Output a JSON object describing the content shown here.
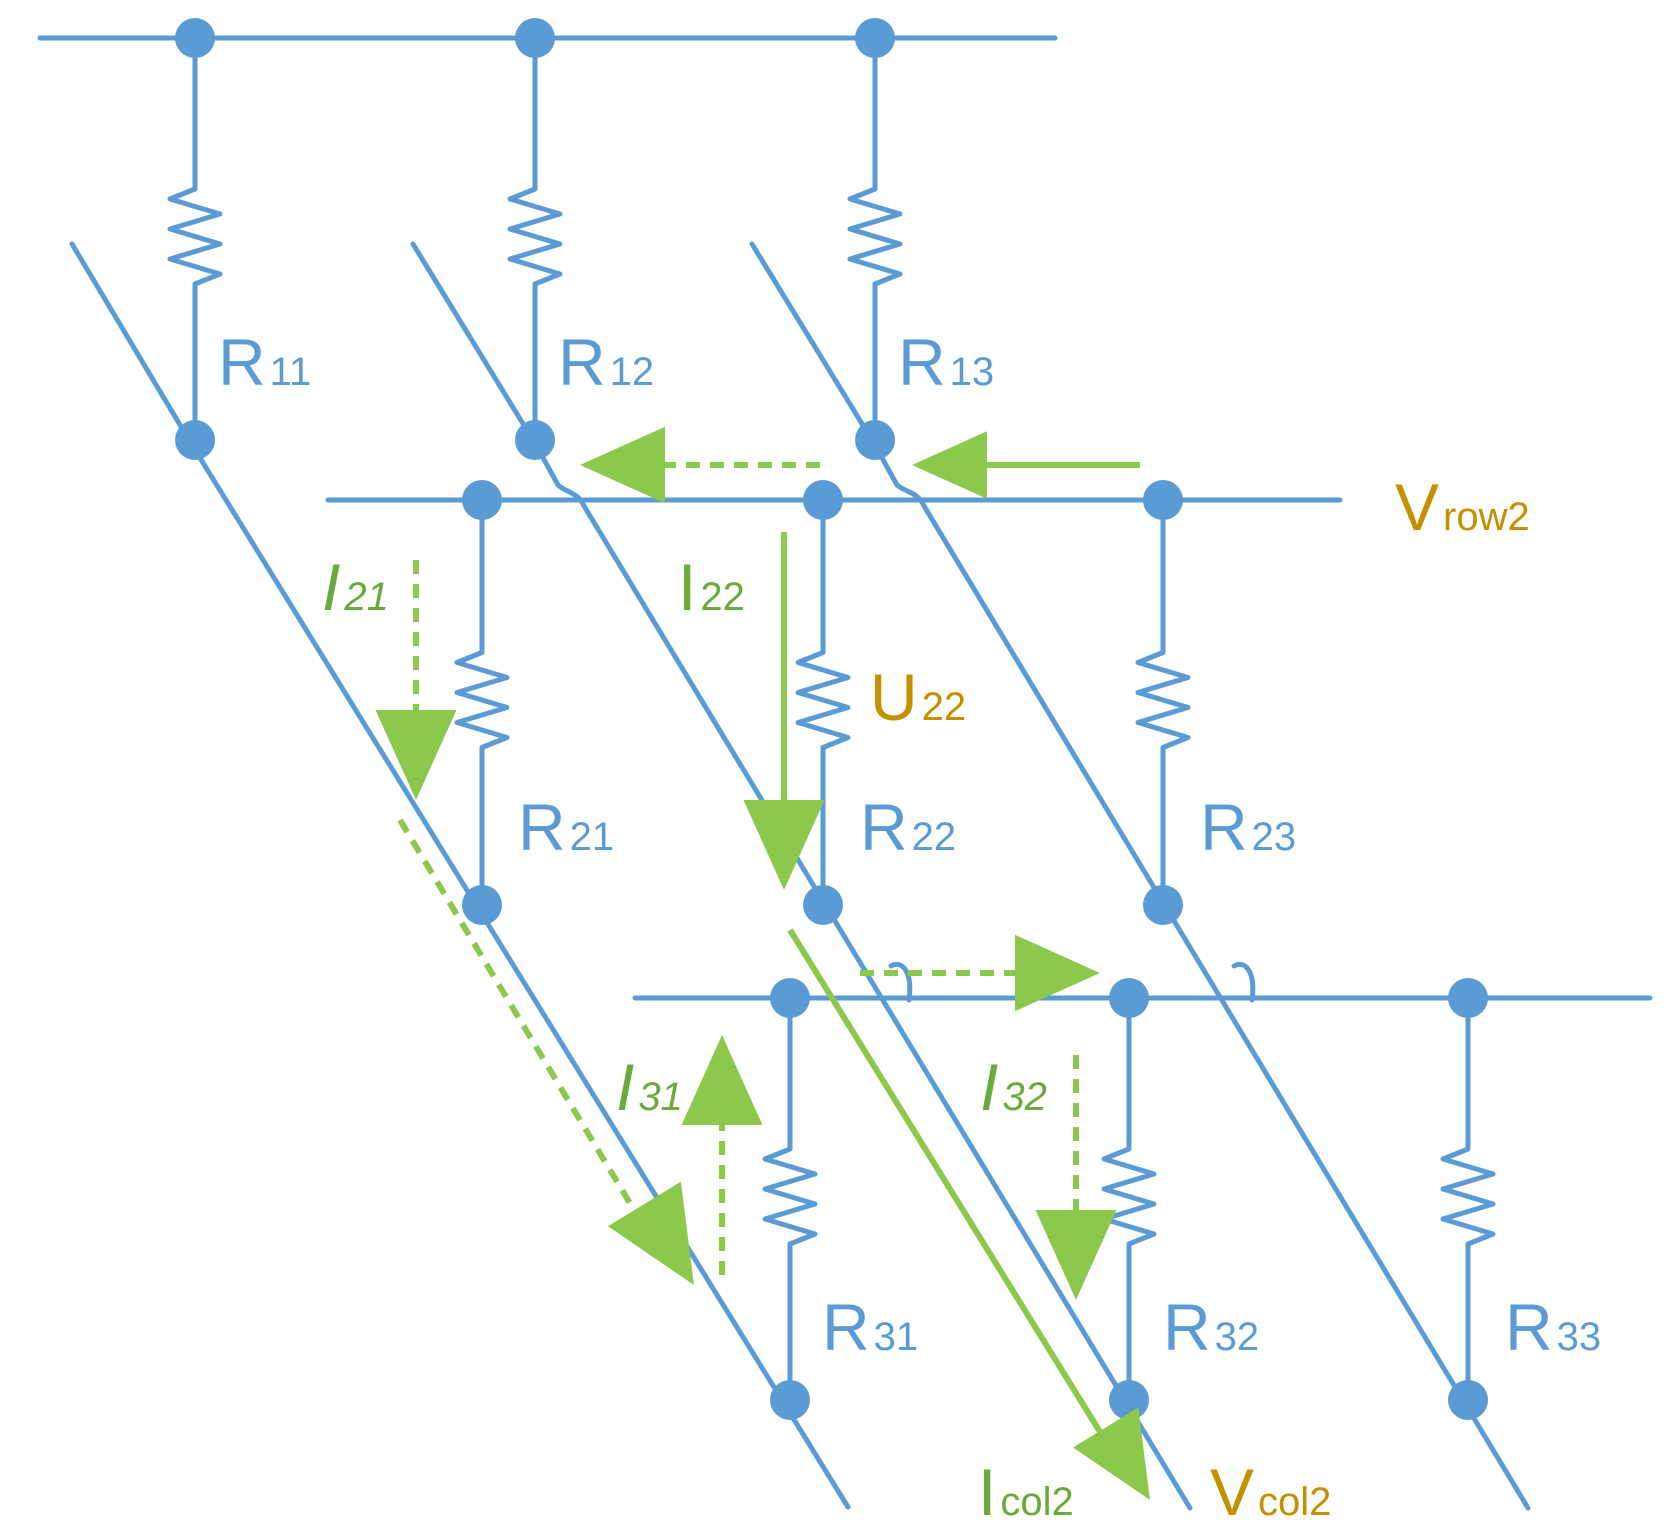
{
  "colors": {
    "wire": "#5b9bd5",
    "current": "#8cc84b",
    "current_label": "#6aaa3a",
    "voltage_label": "#c49000"
  },
  "resistors": [
    {
      "id": "r11",
      "label": "R",
      "sub": "11"
    },
    {
      "id": "r12",
      "label": "R",
      "sub": "12"
    },
    {
      "id": "r13",
      "label": "R",
      "sub": "13"
    },
    {
      "id": "r21",
      "label": "R",
      "sub": "21"
    },
    {
      "id": "r22",
      "label": "R",
      "sub": "22"
    },
    {
      "id": "r23",
      "label": "R",
      "sub": "23"
    },
    {
      "id": "r31",
      "label": "R",
      "sub": "31"
    },
    {
      "id": "r32",
      "label": "R",
      "sub": "32"
    },
    {
      "id": "r33",
      "label": "R",
      "sub": "33"
    }
  ],
  "currents": [
    {
      "id": "i21",
      "label": "I",
      "sub": "21"
    },
    {
      "id": "i22",
      "label": "I",
      "sub": "22"
    },
    {
      "id": "i31",
      "label": "I",
      "sub": "31"
    },
    {
      "id": "i32",
      "label": "I",
      "sub": "32"
    },
    {
      "id": "icol2",
      "label": "I",
      "sub": "col2"
    }
  ],
  "voltages": [
    {
      "id": "vrow2",
      "label": "V",
      "sub": "row2"
    },
    {
      "id": "u22",
      "label": "U",
      "sub": "22"
    },
    {
      "id": "vcol2",
      "label": "V",
      "sub": "col2"
    }
  ]
}
